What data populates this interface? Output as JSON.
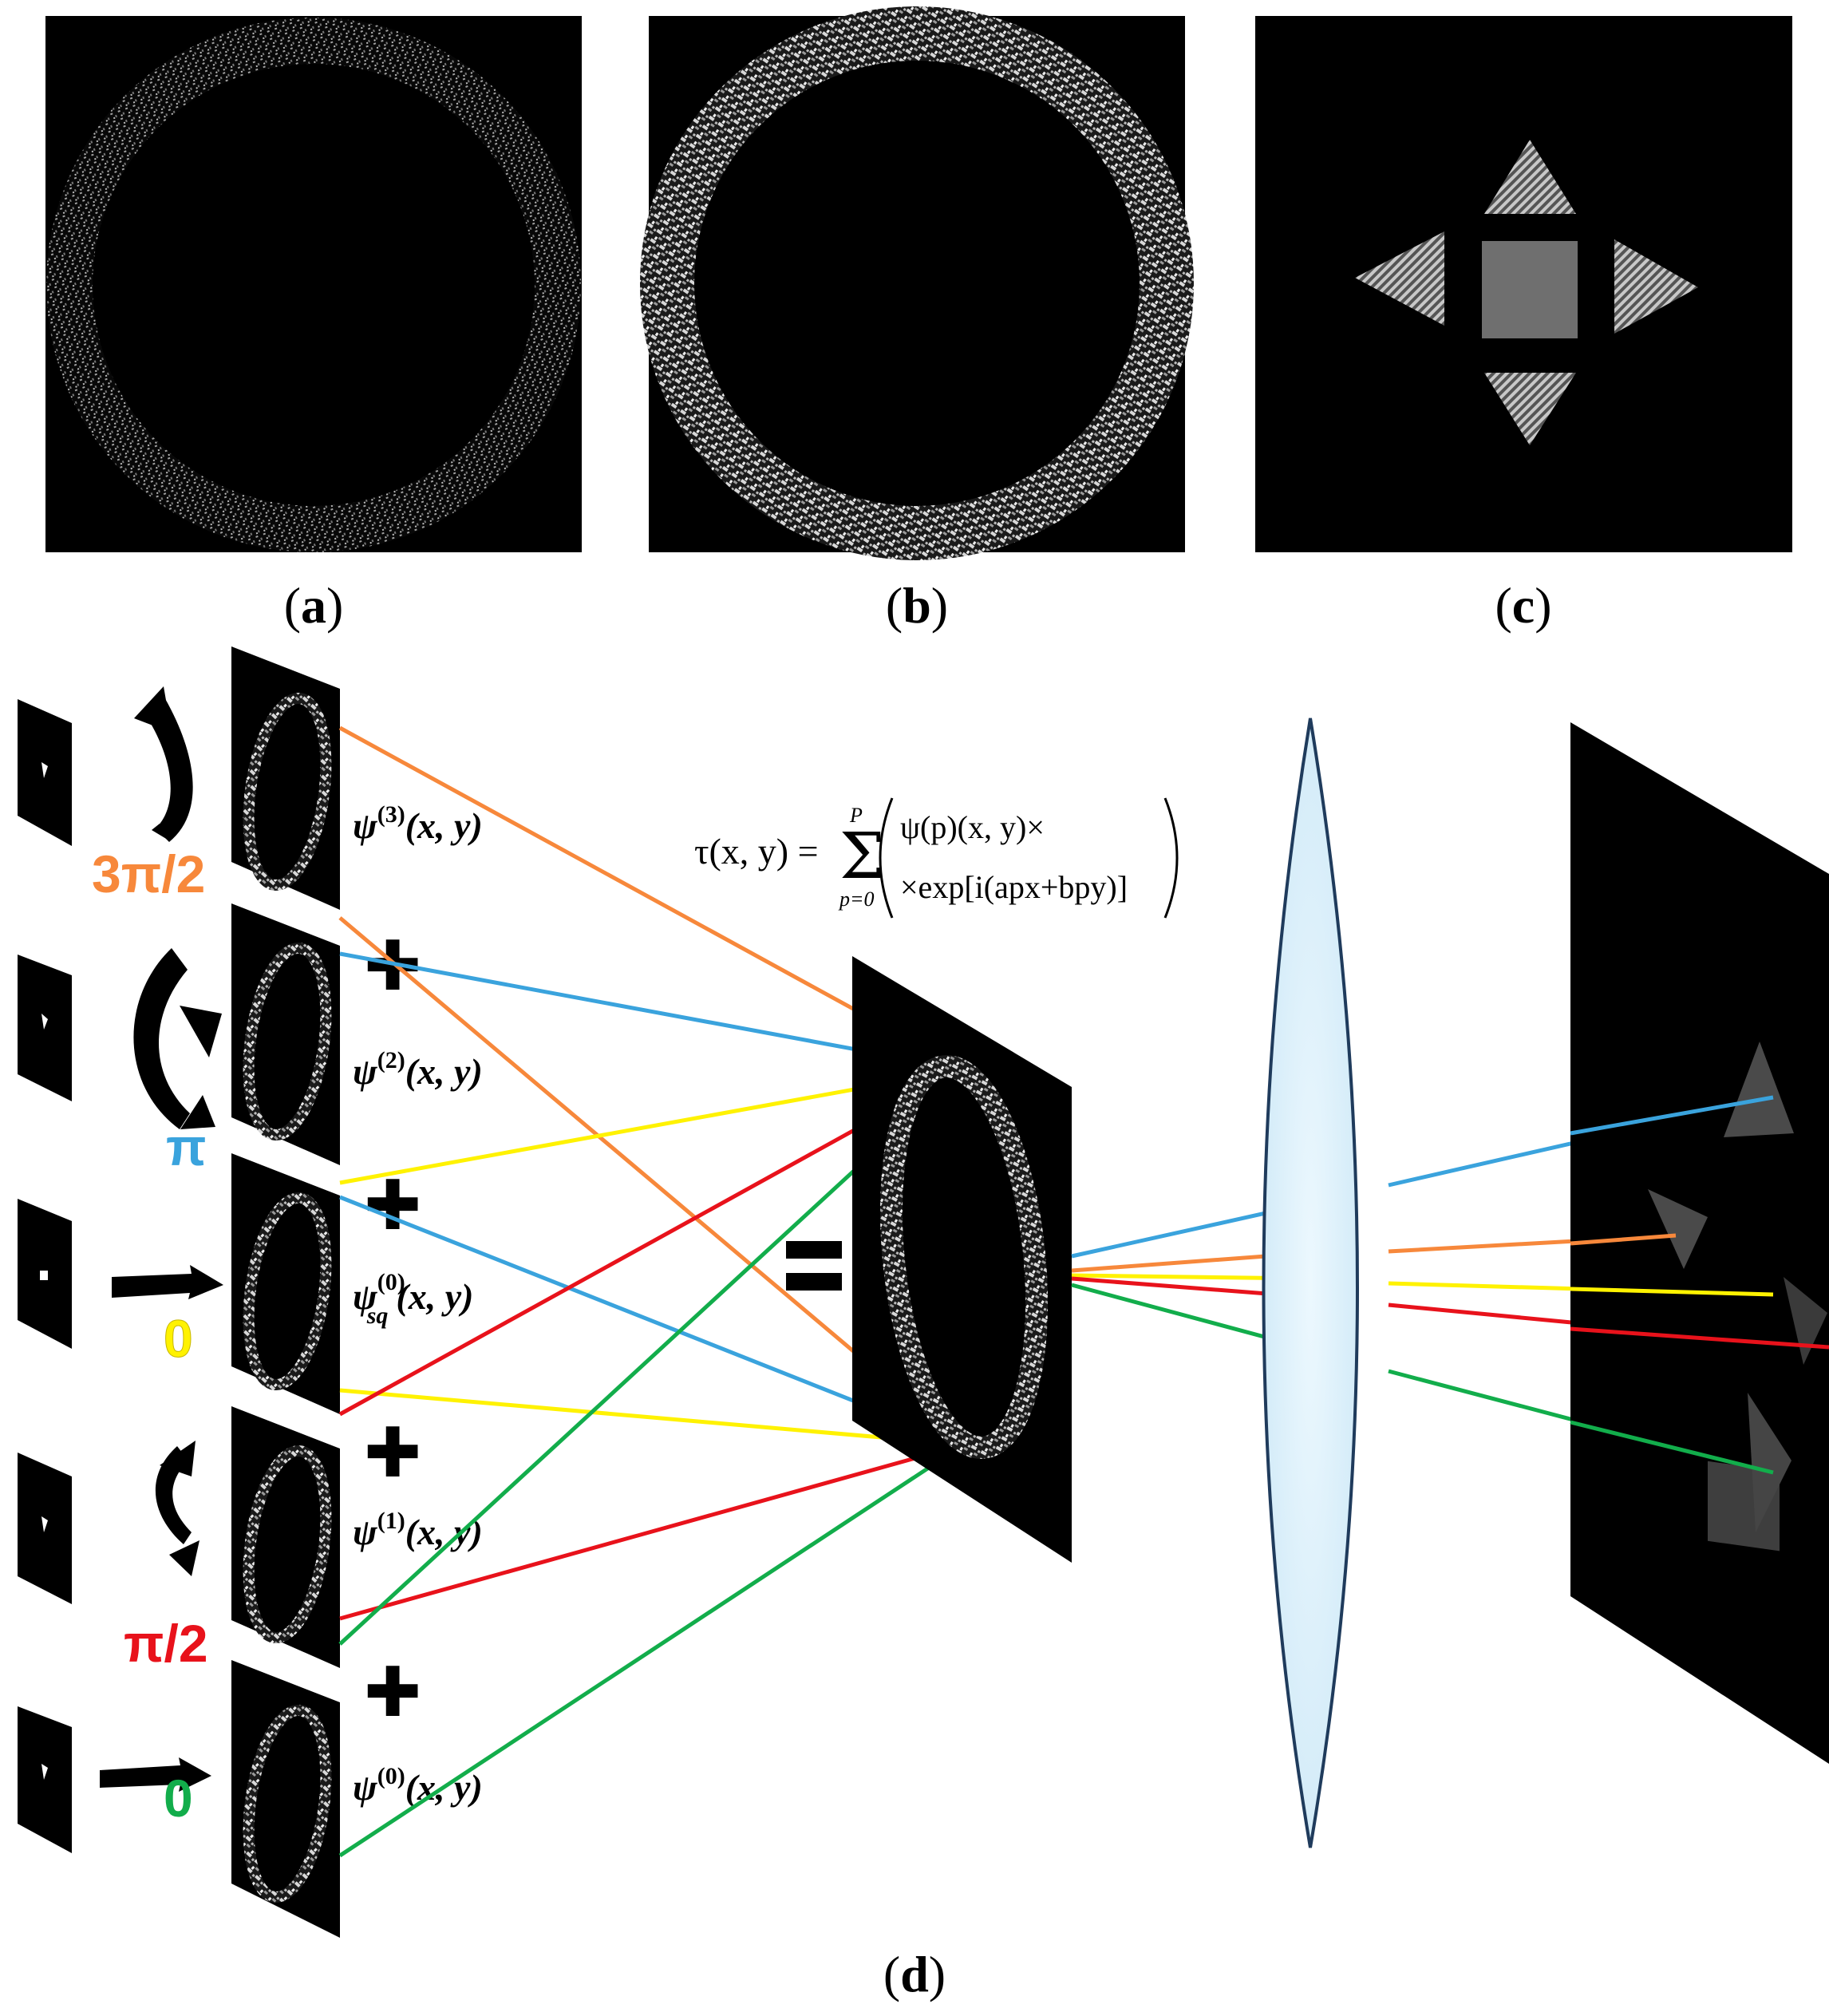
{
  "captions": {
    "a": "a",
    "b": "b",
    "c": "c",
    "d": "d"
  },
  "phase_labels": {
    "p3": "3π/2",
    "p2": "π",
    "sq": "0",
    "p1": "π/2",
    "p0": "0"
  },
  "field_labels": {
    "psi": "ψ",
    "p3_sup": "(3)",
    "p2_sup": "(2)",
    "sq_sup": "(0)",
    "sq_sub": "sq",
    "p1_sup": "(1)",
    "p0_sup": "(0)",
    "args": "(x, y)"
  },
  "formula": {
    "lhs": "τ(x, y) =",
    "sum_top": "P",
    "sum_bottom": "p=0",
    "line1": "ψ(p)(x, y)×",
    "line2": "×exp[i(apx+bpy)]"
  },
  "operators": {
    "plus": "✚",
    "equals": "="
  },
  "colors": {
    "orange": "#F7883B",
    "blue": "#3AA3DD",
    "yellow": "#FFF200",
    "red": "#E8121B",
    "green": "#12AD4B",
    "lens_fill": "#DFF1FB",
    "lens_stroke": "#1F3B5C",
    "panel": "#000000"
  }
}
